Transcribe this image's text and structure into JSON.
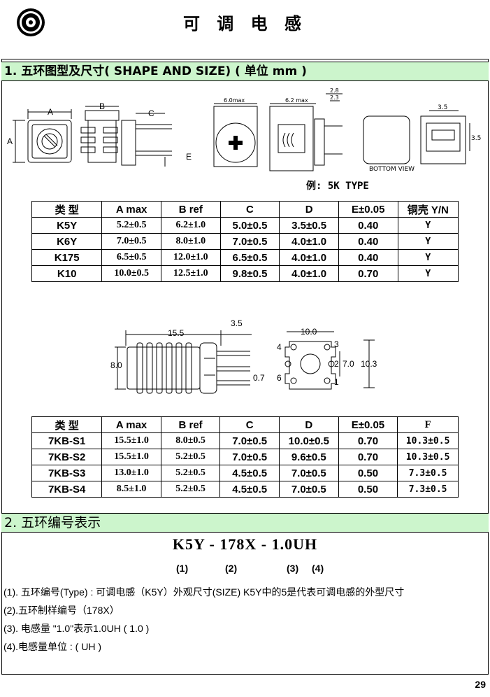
{
  "header": {
    "title": "可 调 电 感"
  },
  "section1": {
    "heading": "1. 五环图型及尺寸( SHAPE AND SIZE)  ( 单位 mm )"
  },
  "drawing1": {
    "labels": {
      "a": "A",
      "b": "B",
      "c": "C",
      "e": "E",
      "a_side": "A",
      "bottom_view": "BOTTOM VIEW",
      "width_top": "6.0max",
      "width_side": "6.2 max",
      "dim_28": "2.8",
      "dim_23": "2.3",
      "dim_35_top": "3.5",
      "dim_35_side": "3.5"
    },
    "example": "例: 5K TYPE"
  },
  "table1": {
    "headers": [
      "类  型",
      "A  max",
      "B ref",
      "C",
      "D",
      "E±0.05",
      "铜壳 Y/N"
    ],
    "rows": [
      [
        "K5Y",
        "5.2±0.5",
        "6.2±1.0",
        "5.0±0.5",
        "3.5±0.5",
        "0.40",
        "Y"
      ],
      [
        "K6Y",
        "7.0±0.5",
        "8.0±1.0",
        "7.0±0.5",
        "4.0±1.0",
        "0.40",
        "Y"
      ],
      [
        "K175",
        "6.5±0.5",
        "12.0±1.0",
        "6.5±0.5",
        "4.0±1.0",
        "0.40",
        "Y"
      ],
      [
        "K10",
        "10.0±0.5",
        "12.5±1.0",
        "9.8±0.5",
        "4.0±1.0",
        "0.70",
        "Y"
      ]
    ]
  },
  "drawing2": {
    "labels": {
      "len": "15.5",
      "lead": "3.5",
      "height": "8.0",
      "pin": "0.7",
      "width": "10.0",
      "h1": "7.0",
      "h2": "10.3",
      "p1": "1",
      "p2": "2",
      "p3": "3",
      "p4": "4",
      "p6": "6"
    }
  },
  "table2": {
    "headers": [
      "类  型",
      "A  max",
      "B ref",
      "C",
      "D",
      "E±0.05",
      "F"
    ],
    "rows": [
      [
        "7KB-S1",
        "15.5±1.0",
        "8.0±0.5",
        "7.0±0.5",
        "10.0±0.5",
        "0.70",
        "10.3±0.5"
      ],
      [
        "7KB-S2",
        "15.5±1.0",
        "5.2±0.5",
        "7.0±0.5",
        "9.6±0.5",
        "0.70",
        "10.3±0.5"
      ],
      [
        "7KB-S3",
        "13.0±1.0",
        "5.2±0.5",
        "4.5±0.5",
        "7.0±0.5",
        "0.50",
        "7.3±0.5"
      ],
      [
        "7KB-S4",
        "8.5±1.0",
        "5.2±0.5",
        "4.5±0.5",
        "7.0±0.5",
        "0.50",
        "7.3±0.5"
      ]
    ]
  },
  "section2": {
    "heading": "2.  五环编号表示",
    "part_code": "K5Y  -  178X  -  1.0UH",
    "indices": [
      "(1)",
      "(2)",
      "(3)",
      "(4)"
    ],
    "notes": [
      "(1). 五环编号(Type) : 可调电感（K5Y）外观尺寸(SIZE) K5Y中的5是代表可调电感的外型尺寸",
      "(2).五环制样编号（178X）",
      "(3). 电感量 \"1.0\"表示1.0UH ( 1.0 )",
      "(4).电感量单位 : ( UH )"
    ]
  },
  "footer": {
    "page_number": "29"
  }
}
